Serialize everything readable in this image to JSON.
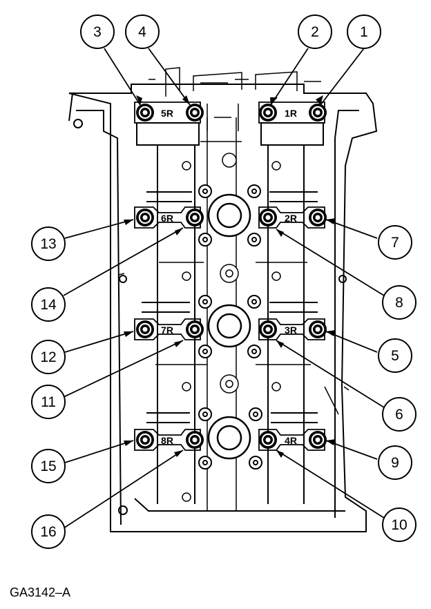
{
  "figure_id": "GA3142–A",
  "cap_labels": [
    "5R",
    "1R",
    "6R",
    "2R",
    "7R",
    "3R",
    "8R",
    "4R"
  ],
  "callouts": [
    "1",
    "2",
    "3",
    "4",
    "5",
    "6",
    "7",
    "8",
    "9",
    "10",
    "11",
    "12",
    "13",
    "14",
    "15",
    "16"
  ]
}
